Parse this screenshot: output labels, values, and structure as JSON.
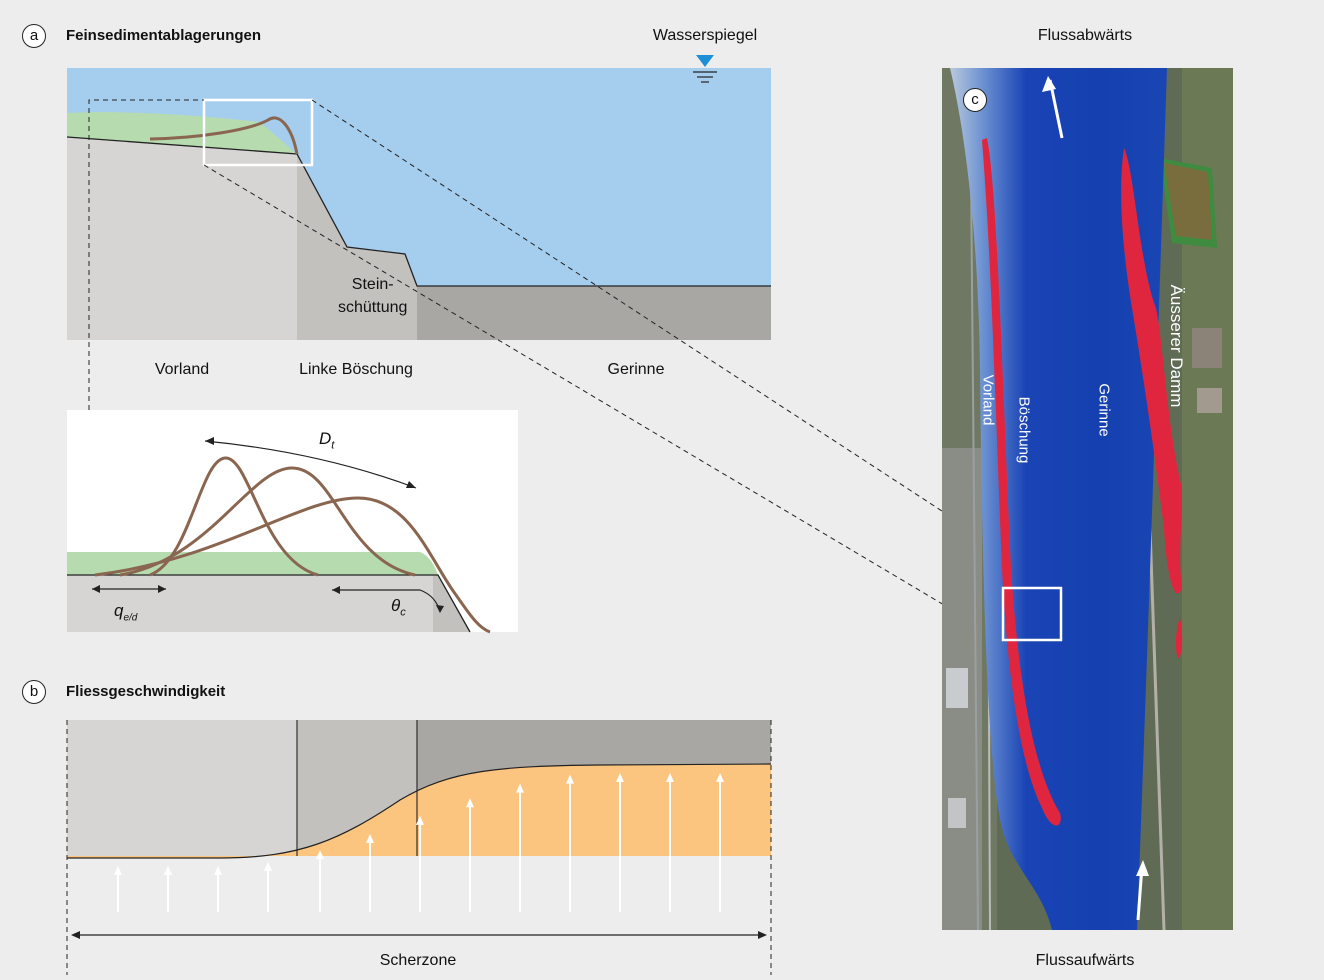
{
  "panel_a": {
    "badge": "a",
    "title": "Feinsedimentablagerungen",
    "water_level_label": "Wasserspiegel",
    "riprap_label_line1": "Stein-",
    "riprap_label_line2": "schüttung",
    "zone_labels": [
      "Vorland",
      "Linke Böschung",
      "Gerinne"
    ],
    "inset": {
      "dt_label": "D",
      "dt_sub": "t",
      "q_label": "q",
      "q_sub": "e/d",
      "theta_label": "θ",
      "theta_sub": "c"
    }
  },
  "panel_b": {
    "badge": "b",
    "title": "Fliessgeschwindigkeit",
    "shear_zone_label": "Scherzone"
  },
  "panel_c": {
    "badge": "c",
    "downstream_label": "Flussabwärts",
    "upstream_label": "Flussaufwärts",
    "map_labels": {
      "vorland": "Vorland",
      "boeschung": "Böschung",
      "gerinne": "Gerinne",
      "damm": "Äusserer Damm"
    }
  },
  "colors": {
    "water": "#a5cdee",
    "deposit_green": "#b6dbaf",
    "ground_light": "#d7d5d3",
    "ground_mid": "#c3c1be",
    "ground_dark": "#a9a7a4",
    "curve_brown": "#8a6650",
    "velocity_orange": "#fbc57f",
    "marker_blue": "#1e8fd6",
    "river_blue": "#1844b6",
    "deposit_red": "#e0263f"
  }
}
